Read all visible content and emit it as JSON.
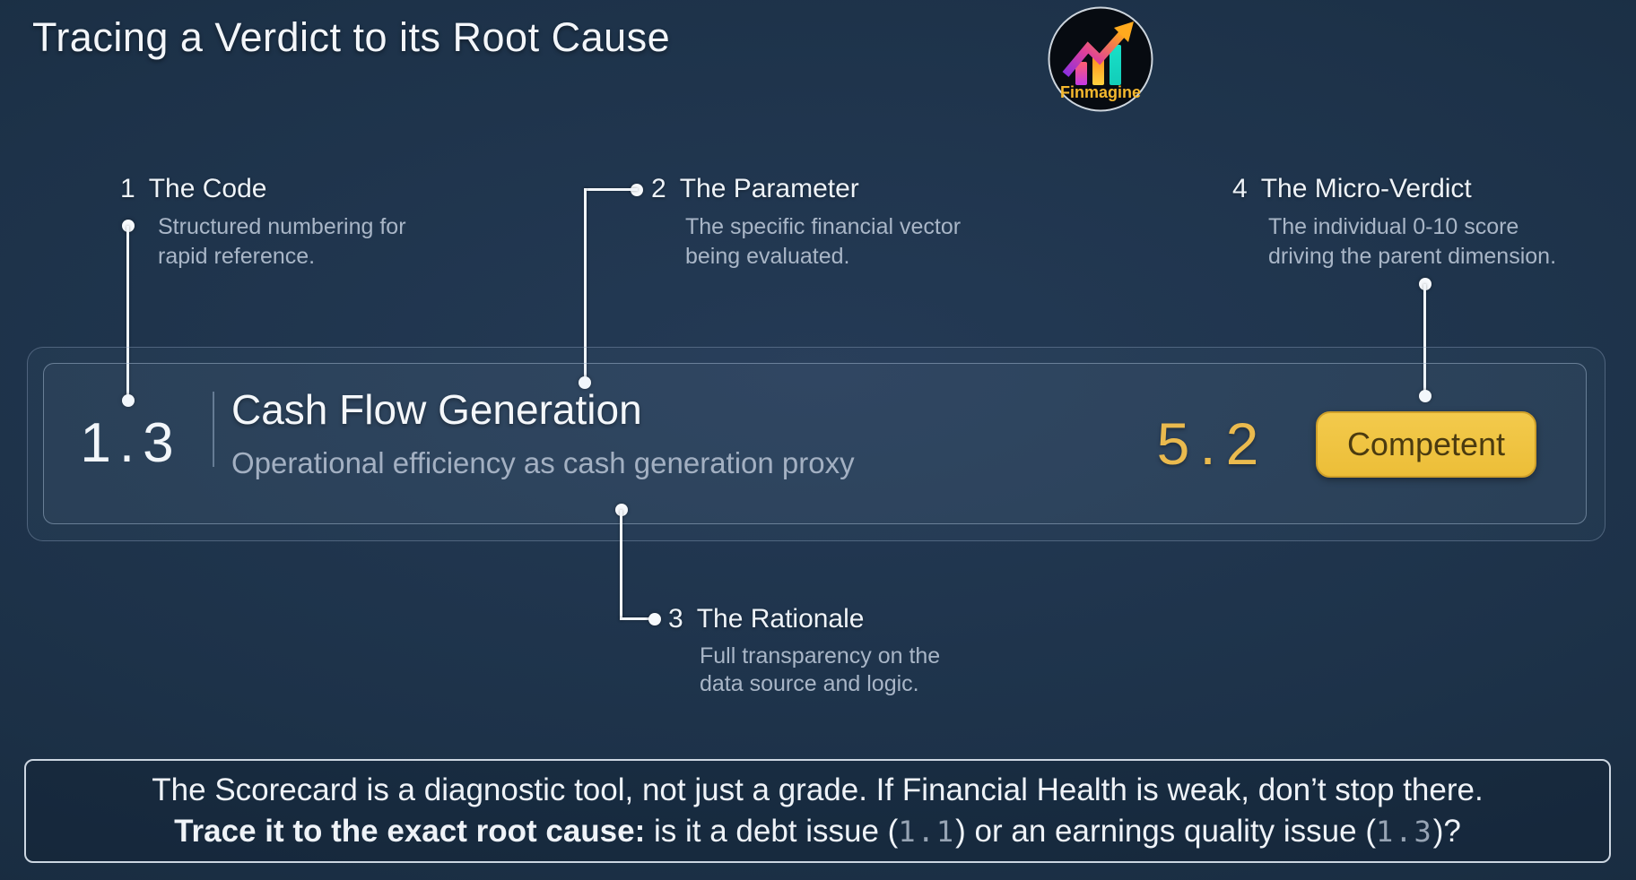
{
  "title": "Tracing a Verdict to its Root Cause",
  "logo": {
    "brand": "Finmagine"
  },
  "callouts": [
    {
      "num": "1",
      "title": "The Code",
      "desc": "Structured numbering for\nrapid reference."
    },
    {
      "num": "2",
      "title": "The Parameter",
      "desc": "The specific financial vector\nbeing evaluated."
    },
    {
      "num": "3",
      "title": "The Rationale",
      "desc": "Full transparency on the\ndata source and logic."
    },
    {
      "num": "4",
      "title": "The Micro-Verdict",
      "desc": "The individual 0-10 score\ndriving the parent dimension."
    }
  ],
  "card": {
    "code": "1.3",
    "parameter": "Cash Flow Generation",
    "rationale": "Operational efficiency as cash generation proxy",
    "score": "5.2",
    "verdict": "Competent"
  },
  "footer": {
    "line1": "The Scorecard is a diagnostic tool, not just a grade. If Financial Health is weak, don’t stop there.",
    "line2_bold": "Trace it to the exact root cause:",
    "line2_a": " is it a debt issue (",
    "code1": "1.1",
    "line2_b": ") or an earnings quality issue (",
    "code2": "1.3",
    "line2_c": ")?"
  },
  "colors": {
    "background": "#1d3249",
    "text_primary": "#f3f6fa",
    "text_secondary": "#a9b6c7",
    "score_gold": "#eaba4e",
    "badge_gold": "#ecbe38",
    "badge_text": "#4b3b10",
    "connector": "#f1f5f9"
  }
}
